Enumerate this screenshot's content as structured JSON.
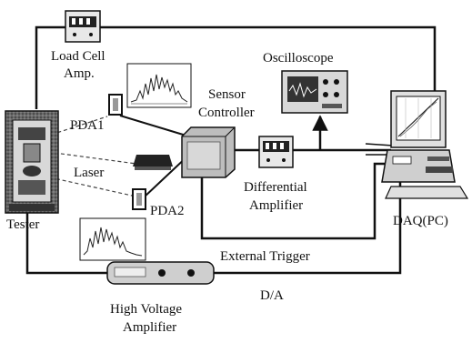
{
  "labels": {
    "load_cell_amp_line1": "Load Cell",
    "load_cell_amp_line2": "Amp.",
    "oscilloscope": "Oscilloscope",
    "sensor_controller_line1": "Sensor",
    "sensor_controller_line2": "Controller",
    "pda1": "PDA1",
    "pda2": "PDA2",
    "laser": "Laser",
    "tester": "Tester",
    "differential_amplifier_line1": "Differential",
    "differential_amplifier_line2": "Amplifier",
    "daq_pc": "DAQ(PC)",
    "external_trigger": "External Trigger",
    "d_a": "D/A",
    "high_voltage_amplifier_line1": "High Voltage",
    "high_voltage_amplifier_line2": "Amplifier"
  }
}
